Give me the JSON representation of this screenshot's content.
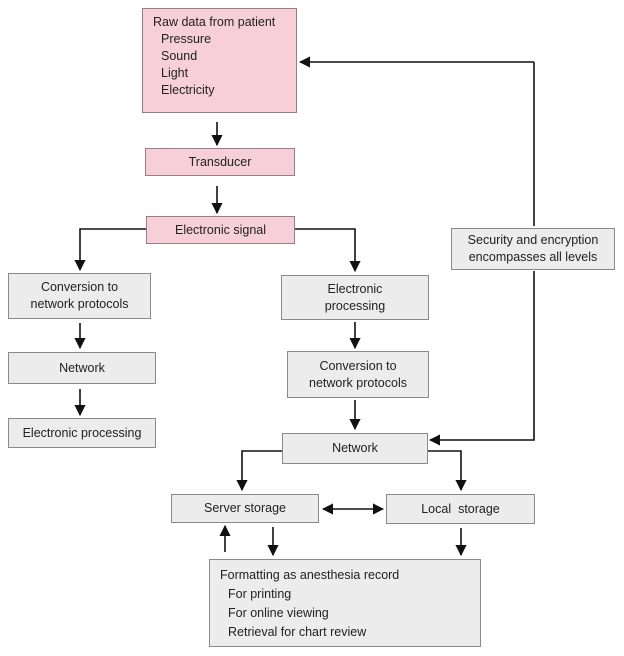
{
  "raw": {
    "title": "Raw data from patient",
    "items": [
      "Pressure",
      "Sound",
      "Light",
      "Electricity"
    ]
  },
  "transducer": "Transducer",
  "signal": "Electronic signal",
  "left_branch": {
    "conversion": [
      "Conversion to",
      "network protocols"
    ],
    "network": "Network",
    "processing": "Electronic processing"
  },
  "right_branch": {
    "processing": [
      "Electronic",
      "processing"
    ],
    "conversion": [
      "Conversion to",
      "network protocols"
    ],
    "network": "Network"
  },
  "security": [
    "Security and encryption",
    "encompasses all levels"
  ],
  "server_storage": "Server storage",
  "local_storage": "Local  storage",
  "format": {
    "title": "Formatting as anesthesia record",
    "items": [
      "For printing",
      "For online viewing",
      "Retrieval for chart review"
    ]
  }
}
